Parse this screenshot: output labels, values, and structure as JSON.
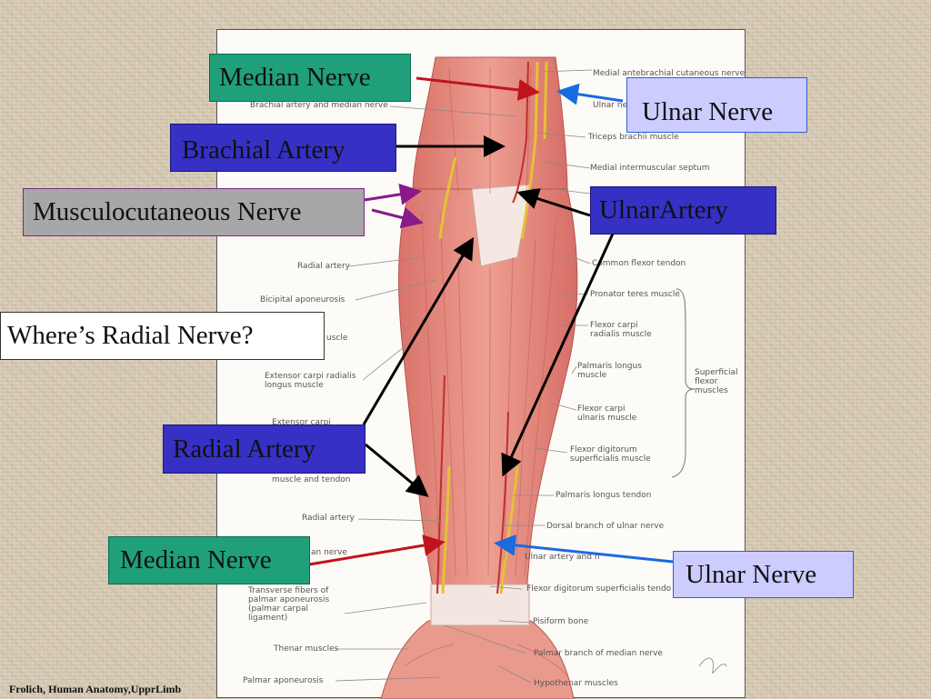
{
  "labels": {
    "median_nerve_top": "Median Nerve",
    "ulnar_nerve_top": "Ulnar Nerve",
    "brachial_artery": "Brachial Artery",
    "musculocutaneous_nerve": "Musculocutaneous Nerve",
    "ulnar_artery": "UlnarArtery",
    "radial_nerve_question": "Where’s Radial Nerve?",
    "radial_artery": "Radial Artery",
    "median_nerve_bottom": "Median Nerve",
    "ulnar_nerve_bottom": "Ulnar Nerve"
  },
  "plate_labels": {
    "medial_antebrachial": "Medial antebrachial cutaneous nerve",
    "ulnar_nerve": "Ulnar ne",
    "brachial_and_median": "Brachial artery and median nerve",
    "triceps": "Triceps brachii muscle",
    "medial_intermuscular": "Medial intermuscular septum",
    "common_flexor": "Common flexor tendon",
    "radial_artery": "Radial artery",
    "bicipital": "Bicipital aponeurosis",
    "pronator_teres": "Pronator teres muscle",
    "muscle": "uscle",
    "fcr": "Flexor carpi radialis muscle",
    "palmaris_longus_muscle": "Palmaris longus muscle",
    "ecrl": "Extensor carpi radialis longus muscle",
    "superficial_flexor": "Superficial flexor muscles",
    "fcu": "Flexor carpi ulnaris muscle",
    "extensor_carpi": "Extensor carpi",
    "fds_muscle": "Flexor digitorum superficialis muscle",
    "muscle_and_tendon": "muscle and tendon",
    "palmaris_longus_tendon": "Palmaris longus tendon",
    "radial_artery_lower": "Radial artery",
    "dorsal_branch": "Dorsal branch of ulnar nerve",
    "median_nerve_small": "an nerve",
    "ulnar_artery_and": "Ulnar artery and n",
    "fds_tendon": "Flexor digitorum superficialis tendo",
    "transverse_fibers": "Transverse fibers of palmar aponeurosis (palmar carpal ligament)",
    "pisiform": "Pisiform bone",
    "thenar": "Thenar muscles",
    "palmar_branch": "Palmar branch of median nerve",
    "palmar_aponeurosis": "Palmar aponeurosis",
    "hypothenar": "Hypothenar muscles"
  },
  "credit": "Frolich, Human Anatomy,UpprLimb",
  "colors": {
    "green_box": "#1fa07a",
    "blue_box": "#3630c4",
    "lavender_box": "#ccccff",
    "gray_box": "#a7a7a9",
    "arrow_red": "#c0141c",
    "arrow_blue": "#1a6ae0",
    "arrow_purple": "#8a1a8c",
    "arrow_black": "#000000"
  }
}
